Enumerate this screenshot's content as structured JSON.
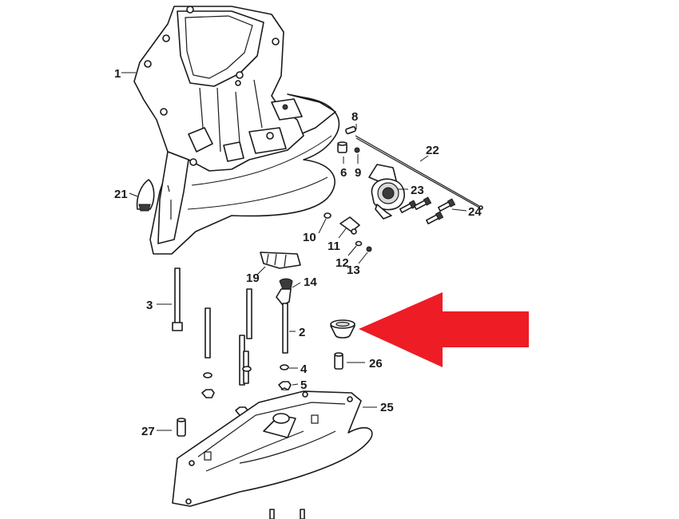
{
  "callouts": [
    {
      "id": "1",
      "text": "1"
    },
    {
      "id": "2",
      "text": "2"
    },
    {
      "id": "3",
      "text": "3"
    },
    {
      "id": "4",
      "text": "4"
    },
    {
      "id": "5",
      "text": "5"
    },
    {
      "id": "6",
      "text": "6"
    },
    {
      "id": "8",
      "text": "8"
    },
    {
      "id": "9",
      "text": "9"
    },
    {
      "id": "10",
      "text": "10"
    },
    {
      "id": "11",
      "text": "11"
    },
    {
      "id": "12",
      "text": "12"
    },
    {
      "id": "13",
      "text": "13"
    },
    {
      "id": "14",
      "text": "14"
    },
    {
      "id": "19",
      "text": "19"
    },
    {
      "id": "21",
      "text": "21"
    },
    {
      "id": "22",
      "text": "22"
    },
    {
      "id": "23",
      "text": "23"
    },
    {
      "id": "24",
      "text": "24"
    },
    {
      "id": "25",
      "text": "25"
    },
    {
      "id": "26",
      "text": "26"
    },
    {
      "id": "27",
      "text": "27"
    }
  ],
  "highlight_arrow": {
    "color": "#ee1c25",
    "points_to": "bushing"
  }
}
